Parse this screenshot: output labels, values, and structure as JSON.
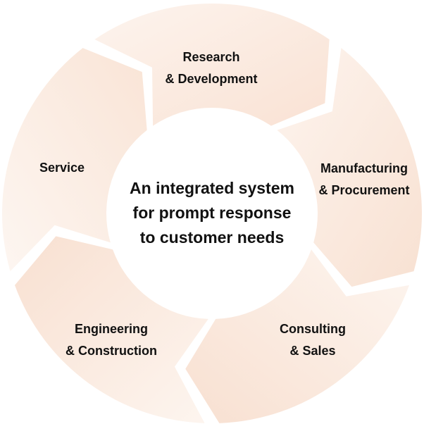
{
  "center": {
    "lines": [
      "An integrated system",
      "for prompt response",
      "to customer needs"
    ]
  },
  "segments": [
    {
      "id": "rd",
      "lines": [
        "Research",
        "& Development"
      ]
    },
    {
      "id": "mp",
      "lines": [
        "Manufacturing",
        "& Procurement"
      ]
    },
    {
      "id": "cs",
      "lines": [
        "Consulting",
        "& Sales"
      ]
    },
    {
      "id": "ec",
      "lines": [
        "Engineering",
        "& Construction"
      ]
    },
    {
      "id": "sv",
      "lines": [
        "Service"
      ]
    }
  ],
  "colors": {
    "segment_light": "#fdf3ec",
    "segment_mid": "#f9e3d5",
    "center_fill": "#ffffff",
    "text": "#111111"
  }
}
